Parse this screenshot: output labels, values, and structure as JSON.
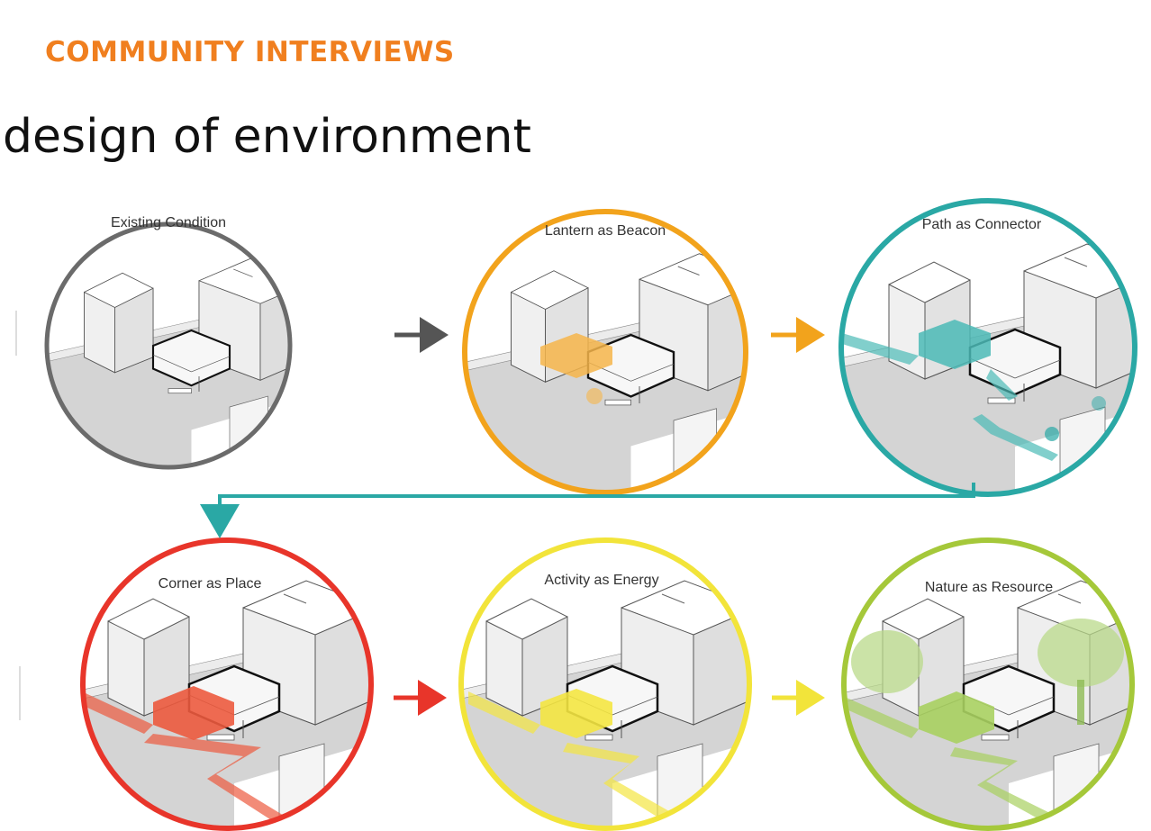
{
  "header": {
    "eyebrow": "COMMUNITY INTERVIEWS",
    "title": "design of environment"
  },
  "steps": [
    {
      "label": "Existing Condition",
      "ring_color": "#6b6b6b",
      "accent": "none"
    },
    {
      "label": "Lantern as Beacon",
      "ring_color": "#f2a31c",
      "accent": "#f6b54a"
    },
    {
      "label": "Path as Connector",
      "ring_color": "#2aa8a5",
      "accent": "#4bbab6"
    },
    {
      "label": "Corner as Place",
      "ring_color": "#e8352a",
      "accent": "#ec5a3e"
    },
    {
      "label": "Activity as Energy",
      "ring_color": "#f2e43a",
      "accent": "#f4e641"
    },
    {
      "label": "Nature as Resource",
      "ring_color": "#a5c83a",
      "accent": "#a8d060"
    }
  ],
  "arrows": [
    {
      "from": "Existing Condition",
      "to": "Lantern as Beacon",
      "color": "#555555"
    },
    {
      "from": "Lantern as Beacon",
      "to": "Path as Connector",
      "color": "#f2a31c"
    },
    {
      "from": "Path as Connector",
      "to": "Corner as Place",
      "color": "#2aa8a5"
    },
    {
      "from": "Corner as Place",
      "to": "Activity as Energy",
      "color": "#e8352a"
    },
    {
      "from": "Activity as Energy",
      "to": "Nature as Resource",
      "color": "#f2e43a"
    }
  ]
}
